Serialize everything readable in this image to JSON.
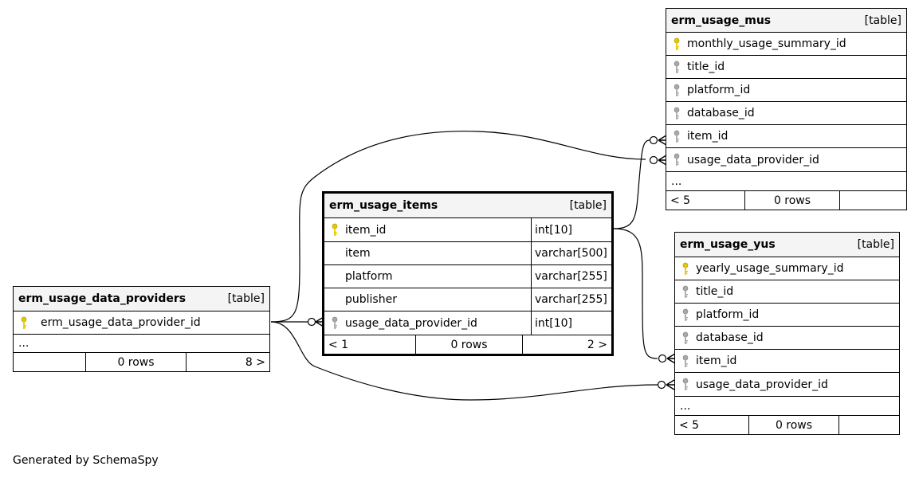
{
  "diagram": {
    "credit": "Generated by SchemaSpy",
    "table_label": "[table]",
    "tables": {
      "data_providers": {
        "name": "erm_usage_data_providers",
        "columns": [
          {
            "name": "erm_usage_data_provider_id",
            "key": "primary",
            "type": ""
          }
        ],
        "more": "...",
        "footer": {
          "left": "",
          "rows": "0 rows",
          "right": "8 >"
        }
      },
      "items": {
        "name": "erm_usage_items",
        "columns": [
          {
            "name": "item_id",
            "key": "primary",
            "type": "int[10]"
          },
          {
            "name": "item",
            "key": "none",
            "type": "varchar[500]"
          },
          {
            "name": "platform",
            "key": "none",
            "type": "varchar[255]"
          },
          {
            "name": "publisher",
            "key": "none",
            "type": "varchar[255]"
          },
          {
            "name": "usage_data_provider_id",
            "key": "foreign",
            "type": "int[10]"
          }
        ],
        "footer": {
          "left": "< 1",
          "rows": "0 rows",
          "right": "2 >"
        }
      },
      "mus": {
        "name": "erm_usage_mus",
        "columns": [
          {
            "name": "monthly_usage_summary_id",
            "key": "primary"
          },
          {
            "name": "title_id",
            "key": "foreign"
          },
          {
            "name": "platform_id",
            "key": "foreign"
          },
          {
            "name": "database_id",
            "key": "foreign"
          },
          {
            "name": "item_id",
            "key": "foreign"
          },
          {
            "name": "usage_data_provider_id",
            "key": "foreign"
          }
        ],
        "more": "...",
        "footer": {
          "left": "< 5",
          "rows": "0 rows",
          "right": ""
        }
      },
      "yus": {
        "name": "erm_usage_yus",
        "columns": [
          {
            "name": "yearly_usage_summary_id",
            "key": "primary"
          },
          {
            "name": "title_id",
            "key": "foreign"
          },
          {
            "name": "platform_id",
            "key": "foreign"
          },
          {
            "name": "database_id",
            "key": "foreign"
          },
          {
            "name": "item_id",
            "key": "foreign"
          },
          {
            "name": "usage_data_provider_id",
            "key": "foreign"
          }
        ],
        "more": "...",
        "footer": {
          "left": "< 5",
          "rows": "0 rows",
          "right": ""
        }
      }
    },
    "relationships": [
      {
        "from": "erm_usage_items.usage_data_provider_id",
        "to": "erm_usage_data_providers.erm_usage_data_provider_id"
      },
      {
        "from": "erm_usage_mus.usage_data_provider_id",
        "to": "erm_usage_data_providers.erm_usage_data_provider_id"
      },
      {
        "from": "erm_usage_yus.usage_data_provider_id",
        "to": "erm_usage_data_providers.erm_usage_data_provider_id"
      },
      {
        "from": "erm_usage_mus.item_id",
        "to": "erm_usage_items.item_id"
      },
      {
        "from": "erm_usage_yus.item_id",
        "to": "erm_usage_items.item_id"
      }
    ],
    "colors": {
      "primary_key": "#e6c800",
      "foreign_key": "#a8a8a8",
      "header": "#f4f4f4",
      "line": "#000000"
    },
    "icons": {
      "primary_key": "key-icon",
      "foreign_key": "key-icon"
    }
  }
}
